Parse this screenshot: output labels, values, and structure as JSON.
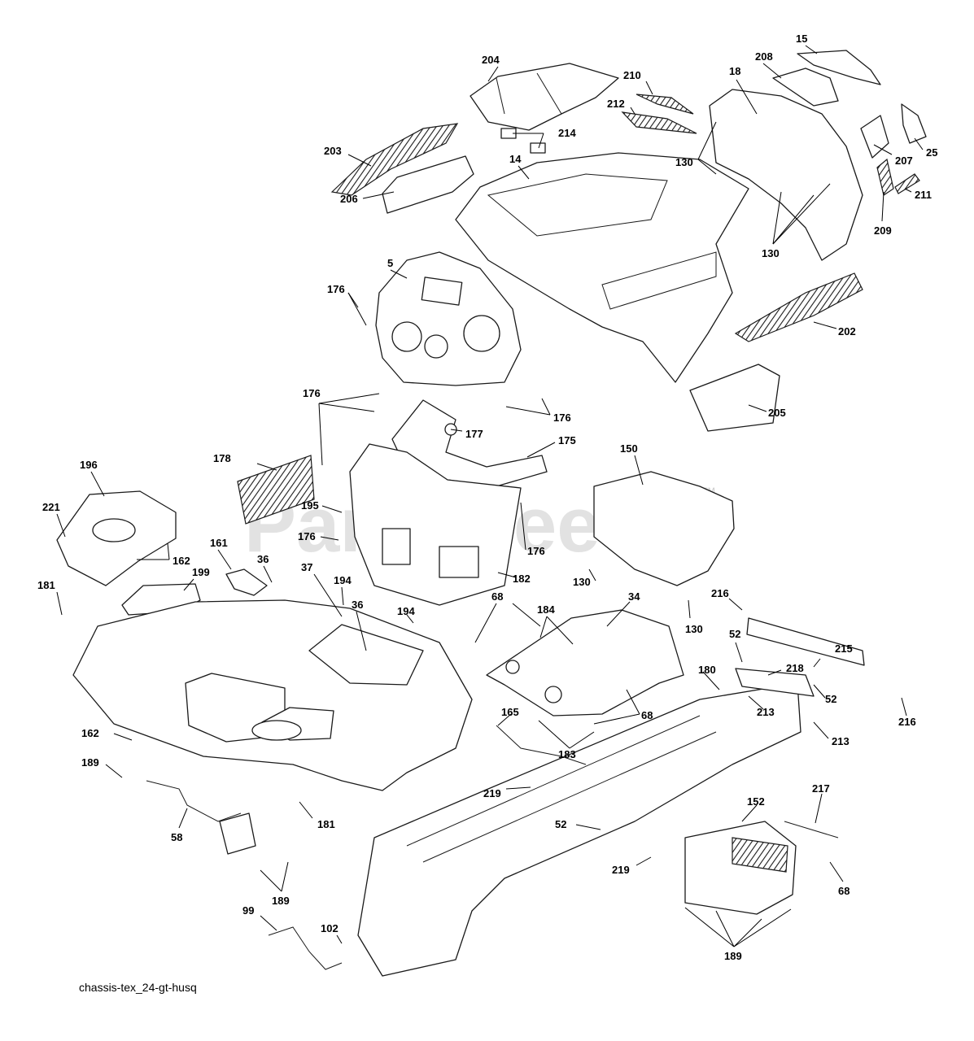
{
  "diagram": {
    "caption": "chassis-tex_24-gt-husq",
    "watermark": "PartsTree",
    "watermark_mark": "™",
    "callouts": [
      {
        "id": "c-15",
        "text": "15"
      },
      {
        "id": "c-204",
        "text": "204"
      },
      {
        "id": "c-208",
        "text": "208"
      },
      {
        "id": "c-210",
        "text": "210"
      },
      {
        "id": "c-18",
        "text": "18"
      },
      {
        "id": "c-212",
        "text": "212"
      },
      {
        "id": "c-214",
        "text": "214"
      },
      {
        "id": "c-203",
        "text": "203"
      },
      {
        "id": "c-14",
        "text": "14"
      },
      {
        "id": "c-130a",
        "text": "130"
      },
      {
        "id": "c-207",
        "text": "207"
      },
      {
        "id": "c-25",
        "text": "25"
      },
      {
        "id": "c-206",
        "text": "206"
      },
      {
        "id": "c-209",
        "text": "209"
      },
      {
        "id": "c-211",
        "text": "211"
      },
      {
        "id": "c-130b",
        "text": "130"
      },
      {
        "id": "c-5",
        "text": "5"
      },
      {
        "id": "c-176a",
        "text": "176"
      },
      {
        "id": "c-202",
        "text": "202"
      },
      {
        "id": "c-176b",
        "text": "176"
      },
      {
        "id": "c-176c",
        "text": "176"
      },
      {
        "id": "c-205",
        "text": "205"
      },
      {
        "id": "c-177",
        "text": "177"
      },
      {
        "id": "c-175",
        "text": "175"
      },
      {
        "id": "c-150",
        "text": "150"
      },
      {
        "id": "c-178",
        "text": "178"
      },
      {
        "id": "c-196",
        "text": "196"
      },
      {
        "id": "c-195",
        "text": "195"
      },
      {
        "id": "c-221",
        "text": "221"
      },
      {
        "id": "c-176d",
        "text": "176"
      },
      {
        "id": "c-176e",
        "text": "176"
      },
      {
        "id": "c-162a",
        "text": "162"
      },
      {
        "id": "c-161",
        "text": "161"
      },
      {
        "id": "c-36a",
        "text": "36"
      },
      {
        "id": "c-130c",
        "text": "130"
      },
      {
        "id": "c-182",
        "text": "182"
      },
      {
        "id": "c-199",
        "text": "199"
      },
      {
        "id": "c-37",
        "text": "37"
      },
      {
        "id": "c-181a",
        "text": "181"
      },
      {
        "id": "c-194a",
        "text": "194"
      },
      {
        "id": "c-36b",
        "text": "36"
      },
      {
        "id": "c-68a",
        "text": "68"
      },
      {
        "id": "c-184",
        "text": "184"
      },
      {
        "id": "c-34",
        "text": "34"
      },
      {
        "id": "c-216a",
        "text": "216"
      },
      {
        "id": "c-130d",
        "text": "130"
      },
      {
        "id": "c-194b",
        "text": "194"
      },
      {
        "id": "c-52a",
        "text": "52"
      },
      {
        "id": "c-215",
        "text": "215"
      },
      {
        "id": "c-218",
        "text": "218"
      },
      {
        "id": "c-180",
        "text": "180"
      },
      {
        "id": "c-52b",
        "text": "52"
      },
      {
        "id": "c-68b",
        "text": "68"
      },
      {
        "id": "c-213a",
        "text": "213"
      },
      {
        "id": "c-165",
        "text": "165"
      },
      {
        "id": "c-216b",
        "text": "216"
      },
      {
        "id": "c-162b",
        "text": "162"
      },
      {
        "id": "c-183",
        "text": "183"
      },
      {
        "id": "c-213b",
        "text": "213"
      },
      {
        "id": "c-189a",
        "text": "189"
      },
      {
        "id": "c-219a",
        "text": "219"
      },
      {
        "id": "c-217",
        "text": "217"
      },
      {
        "id": "c-152",
        "text": "152"
      },
      {
        "id": "c-181b",
        "text": "181"
      },
      {
        "id": "c-52c",
        "text": "52"
      },
      {
        "id": "c-58",
        "text": "58"
      },
      {
        "id": "c-219b",
        "text": "219"
      },
      {
        "id": "c-68c",
        "text": "68"
      },
      {
        "id": "c-189b",
        "text": "189"
      },
      {
        "id": "c-99",
        "text": "99"
      },
      {
        "id": "c-102",
        "text": "102"
      },
      {
        "id": "c-189c",
        "text": "189"
      }
    ]
  }
}
